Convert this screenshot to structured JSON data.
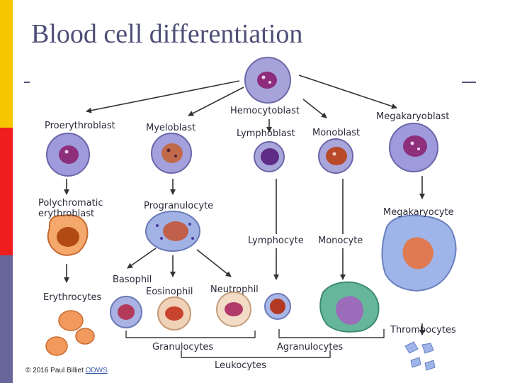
{
  "slide": {
    "title": "Blood cell differentiation",
    "copyright_text": "© 2016 Paul Billiet ",
    "copyright_link": "ODWS",
    "colors": {
      "band_top": "#f7c600",
      "band_mid": "#ef1d1d",
      "band_bot": "#67669a",
      "title": "#4e4e78"
    }
  },
  "diagram": {
    "labels": {
      "hemocytoblast": "Hemocytoblast",
      "proerythroblast": "Proerythroblast",
      "myeloblast": "Myeloblast",
      "lymphoblast": "Lymphoblast",
      "monoblast": "Monoblast",
      "megakaryoblast": "Megakaryoblast",
      "polychromatic_1": "Polychromatic",
      "polychromatic_2": "erythroblast",
      "progranulocyte": "Progranulocyte",
      "megakaryocyte": "Megakaryocyte",
      "lymphocyte": "Lymphocyte",
      "monocyte": "Monocyte",
      "basophil": "Basophil",
      "eosinophil": "Eosinophil",
      "neutrophil": "Neutrophil",
      "erythrocytes": "Erythrocytes",
      "thrombocytes": "Thrombocytes",
      "granulocytes": "Granulocytes",
      "agranulocytes": "Agranulocytes",
      "leukocytes": "Leukocytes"
    }
  }
}
